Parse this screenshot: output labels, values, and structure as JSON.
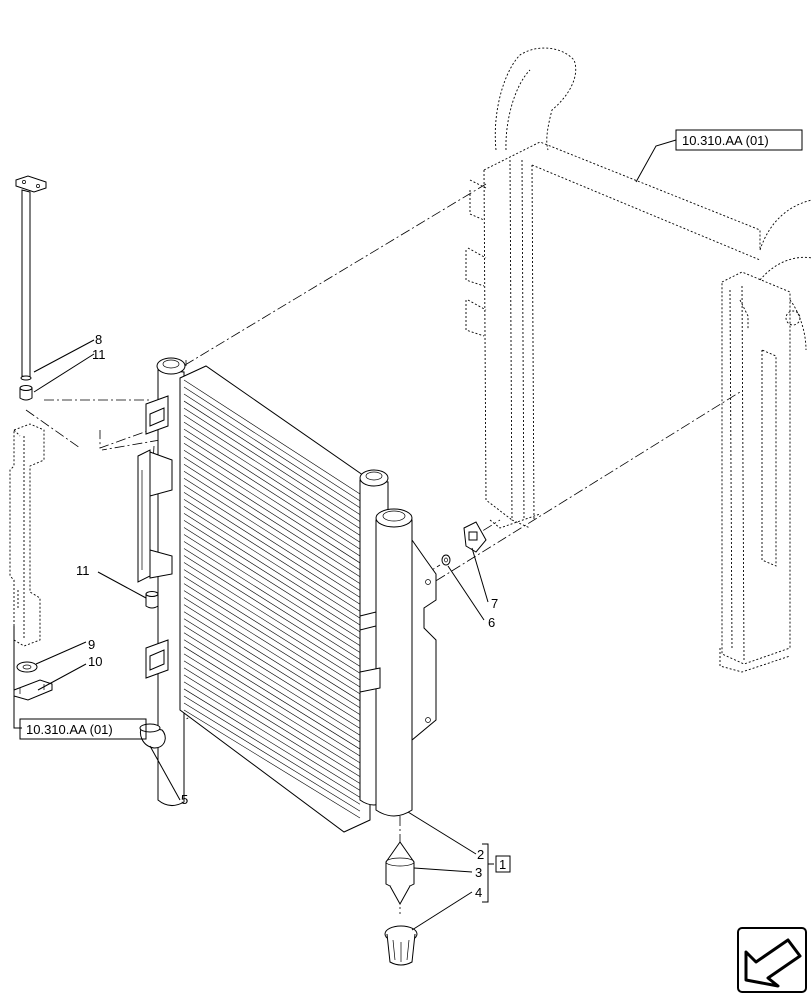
{
  "callouts": {
    "c2": "2",
    "c3": "3",
    "c4": "4",
    "c5": "5",
    "c6": "6",
    "c7": "7",
    "c8": "8",
    "c9": "9",
    "c10": "10",
    "c11_top": "11",
    "c11_mid": "11",
    "kit": "1"
  },
  "references": {
    "top_right": "10.310.AA (01)",
    "bottom_left": "10.310.AA (01)"
  },
  "icons": {
    "nav": "view-direction-arrow-icon"
  }
}
